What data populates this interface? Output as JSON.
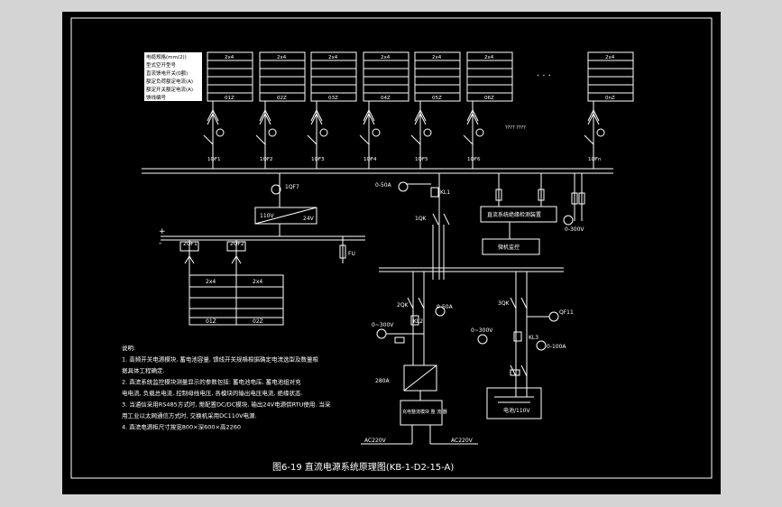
{
  "colors": {
    "background": "#000000",
    "frame": "#d4d4d4",
    "line": "#ffffff"
  },
  "title": "图6-19 直流电源系统原理图(KB-1-D2-15-A)",
  "dots": "· · ·",
  "table_row_labels": [
    "电缆规格(mm(2))",
    "型式空开型号",
    "直流馈电开关(0额)",
    "额定负荷额定电流(A)",
    "额定开关额定电流(A)",
    "馈线编号"
  ],
  "feeder_columns": [
    {
      "label_top": "2x4",
      "label_bot": "01Z"
    },
    {
      "label_top": "2x4",
      "label_bot": "02Z"
    },
    {
      "label_top": "2x4",
      "label_bot": "03Z"
    },
    {
      "label_top": "2x4",
      "label_bot": "04Z"
    },
    {
      "label_top": "2x4",
      "label_bot": "05Z"
    },
    {
      "label_top": "2x4",
      "label_bot": "06Z"
    },
    {
      "label_top": "2x4",
      "label_bot": "0nZ"
    }
  ],
  "feeder_breakers": [
    "1QF1",
    "1QF2",
    "1QF3",
    "1QF4",
    "1QF5",
    "1QF6",
    "1QFn"
  ],
  "lower_feeder_labels": [
    "2QF1",
    "2QF2"
  ],
  "lower_feeder_cols": [
    {
      "label_top": "2x4",
      "label_bot": "01Z"
    },
    {
      "label_top": "2x4",
      "label_bot": "02Z"
    }
  ],
  "labels": {
    "upper_breaker": "1QF7",
    "converter_left": "110V",
    "converter_right": "24V",
    "fuse_label": "FU",
    "plus_sign": "+",
    "minus_sign": "-",
    "ammeter_label": "0-50A",
    "relay_label": "KL1",
    "switch_1": "1QK",
    "monitor_box": "直流系统绝缘检测装置",
    "monitor_2": "微机监控",
    "voltmeter_label": "0-300V",
    "switch_2": "2QK",
    "ammeter_2": "0-50A",
    "voltmeter_2": "0~300V",
    "relay_2": "KL2",
    "charger_current": "280A",
    "charger_box": "充电整流模块 整 流 器",
    "ac_left": "AC220V",
    "ac_right": "AC220V",
    "switch_3": "3QK",
    "breaker_3": "QF11",
    "voltmeter_3": "0~300V",
    "relay_3": "KL3",
    "ammeter_3": "0-100A",
    "battery": "电池/110V",
    "bus_small_labels": "???? ????"
  },
  "notes": [
    "说明:",
    "1. 高频开关电源模块, 蓄电池容量, 馈线开关规格根据确定电流选型及数量根",
    "据具体工程确定.",
    "2. 直流系统监控模块测量显示的参数包括: 蓄电池电压, 蓄电池组对充",
    "电电流, 负载总电流, 控制母线电压, 各模块的输出电压电流, 绝缘状态.",
    "3. 当通信采用RS485方式时, 需配置DC/DC模块, 输出24V电源供RTU使用. 当采",
    "用工业以太网通信方式时, 交换机采用DC110V电源.",
    "4. 直流电源柜尺寸按宽800×深600×高2260"
  ]
}
